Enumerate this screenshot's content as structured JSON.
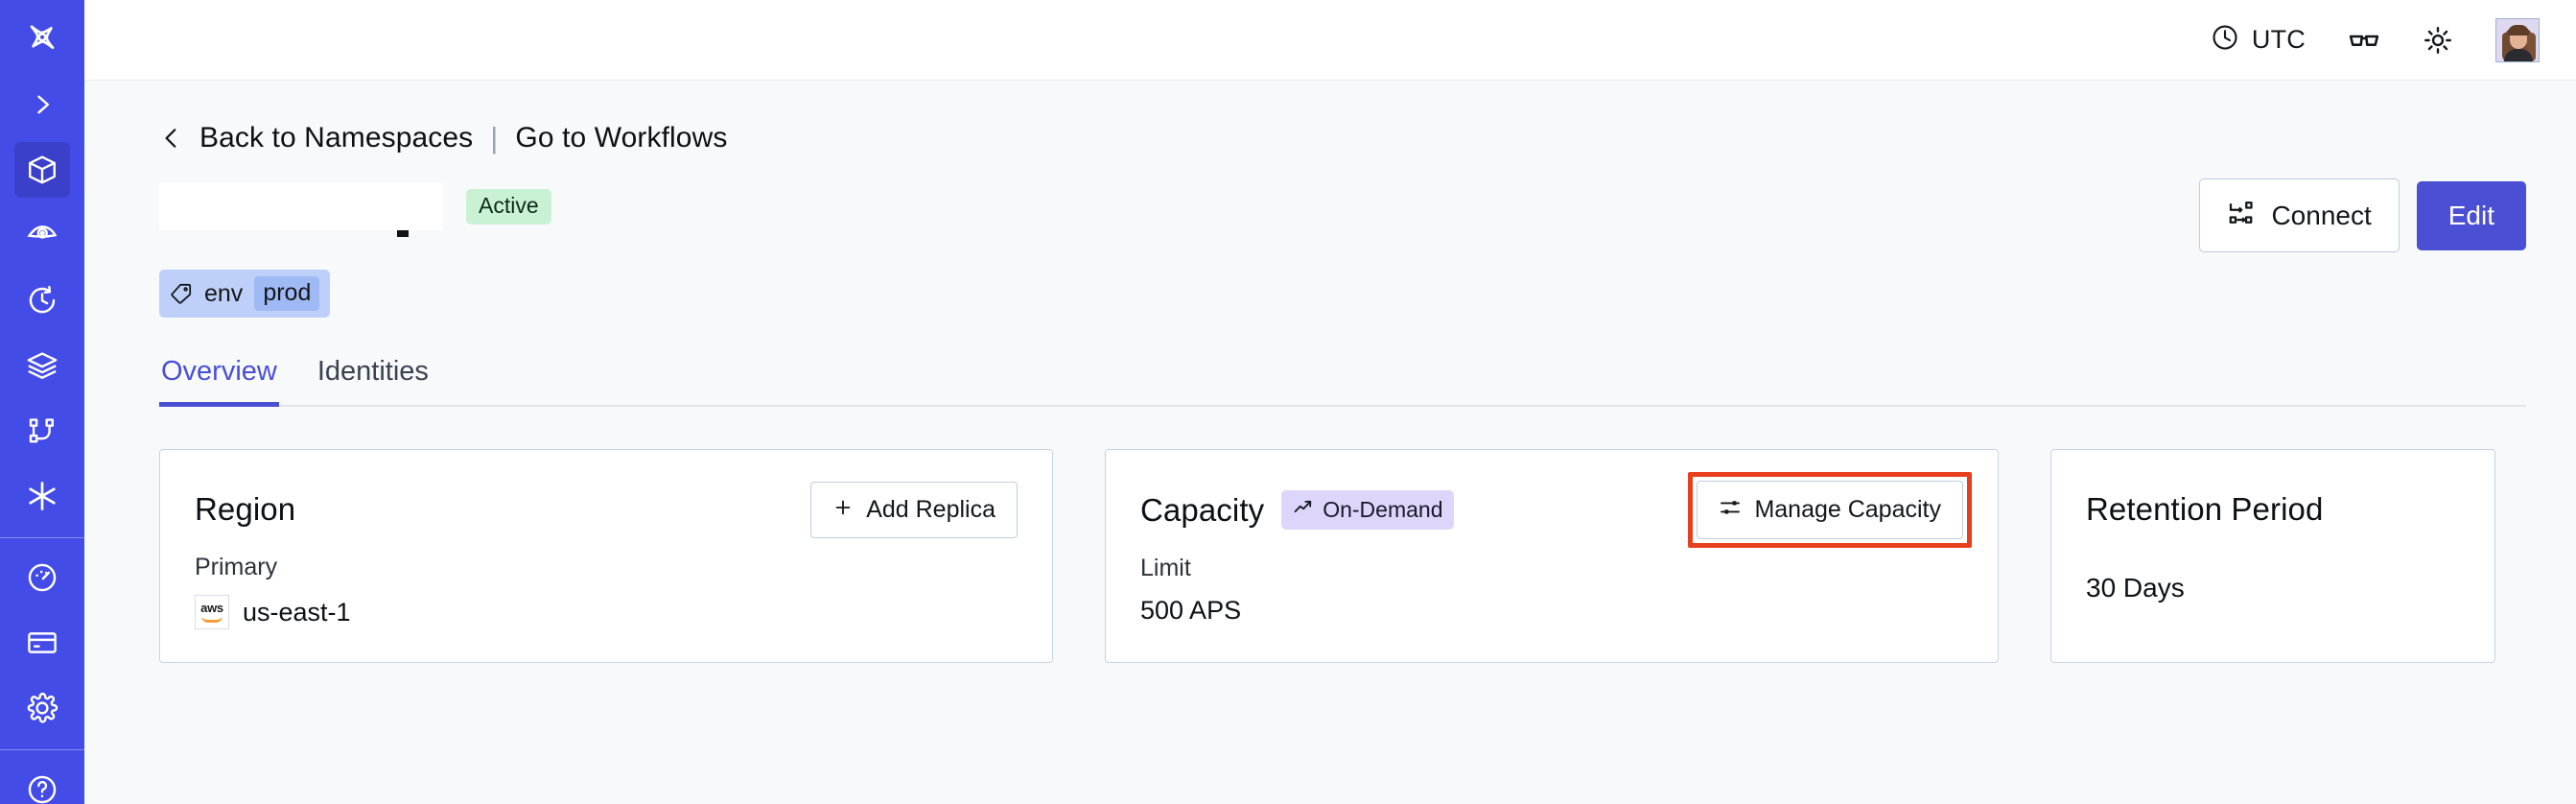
{
  "sidebar": {
    "items": [
      {
        "name": "logo",
        "icon": "temporal-star-logo-icon",
        "active": false
      },
      {
        "name": "expand",
        "icon": "chevron-right-icon",
        "active": false
      },
      {
        "name": "namespaces",
        "icon": "cube-icon",
        "active": true
      },
      {
        "name": "observability",
        "icon": "eye-icon",
        "active": false
      },
      {
        "name": "schedules",
        "icon": "clock-arrow-icon",
        "active": false
      },
      {
        "name": "stack",
        "icon": "layers-icon",
        "active": false
      },
      {
        "name": "workflows",
        "icon": "branch-nodes-icon",
        "active": false
      },
      {
        "name": "nexus",
        "icon": "asterisk-icon",
        "active": false
      },
      {
        "name": "usage",
        "icon": "gauge-icon",
        "active": false
      },
      {
        "name": "billing",
        "icon": "credit-card-icon",
        "active": false
      },
      {
        "name": "settings",
        "icon": "gear-icon",
        "active": false
      }
    ]
  },
  "header": {
    "timezone_label": "UTC",
    "timezone_icon": "clock-icon",
    "glasses_icon": "glasses-icon",
    "theme_icon": "sun-icon",
    "avatar_name": "user-avatar"
  },
  "breadcrumb": {
    "back_icon": "chevron-left-icon",
    "back_label": "Back to Namespaces",
    "separator": "|",
    "forward_label": "Go to Workflows"
  },
  "namespace": {
    "title_redacted": "",
    "status_badge": "Active",
    "tag": {
      "icon": "tag-icon",
      "key": "env",
      "value": "prod"
    }
  },
  "actions": {
    "connect_label": "Connect",
    "connect_icon": "connect-flow-icon",
    "edit_label": "Edit"
  },
  "tabs": [
    {
      "label": "Overview",
      "active": true
    },
    {
      "label": "Identities",
      "active": false
    }
  ],
  "cards": {
    "region": {
      "title": "Region",
      "button_label": "Add Replica",
      "button_icon": "plus-icon",
      "sub_label": "Primary",
      "provider_icon": "aws-logo-icon",
      "provider_text": "aws",
      "value": "us-east-1"
    },
    "capacity": {
      "title": "Capacity",
      "badge_label": "On-Demand",
      "badge_icon": "trend-up-icon",
      "button_label": "Manage Capacity",
      "button_icon": "sliders-icon",
      "sub_label": "Limit",
      "value": "500 APS"
    },
    "retention": {
      "title": "Retention Period",
      "value": "30  Days"
    }
  },
  "annotation": {
    "name": "manage-capacity-highlight",
    "color": "#e8401f"
  },
  "colors": {
    "sidebar": "#444ce7",
    "accent": "#4a4fd4",
    "page_bg": "#f7f9fb",
    "badge_active_bg": "#c9f2d5",
    "badge_ondemand_bg": "#ded5fa",
    "tag_bg": "#bed0f9",
    "annotation": "#e8401f"
  }
}
